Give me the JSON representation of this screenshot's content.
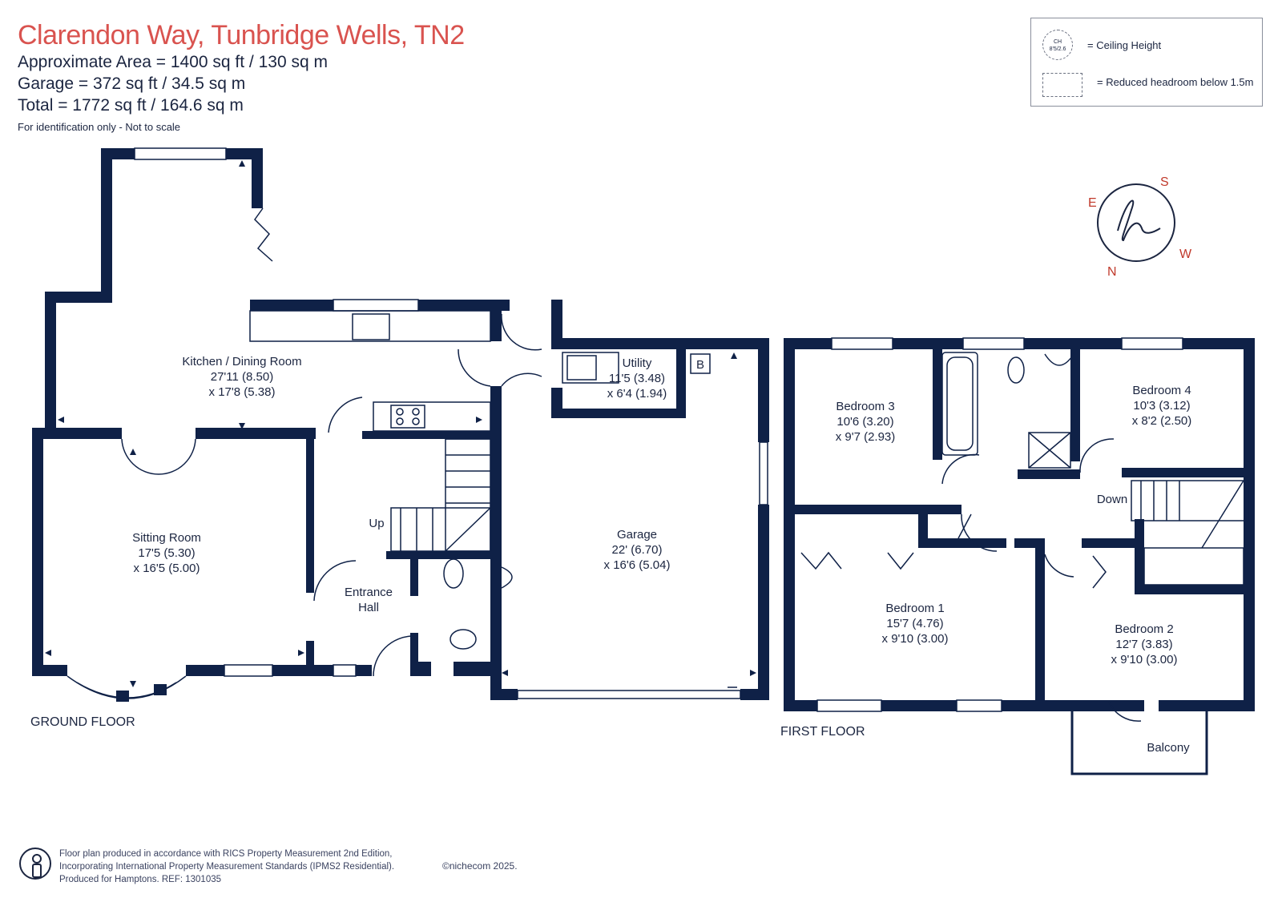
{
  "header": {
    "title": "Clarendon Way, Tunbridge Wells, TN2",
    "approx_area": "Approximate Area = 1400 sq ft / 130 sq m",
    "garage_area": "Garage = 372 sq ft / 34.5 sq m",
    "total_area": "Total = 1772 sq ft / 164.6 sq m",
    "note": "For identification only - Not to scale"
  },
  "legend": {
    "ceiling_symbol": "CH",
    "ceiling_symbol_value": "8'5/2.6",
    "ceiling_label": "= Ceiling Height",
    "headroom_label": "= Reduced headroom below 1.5m"
  },
  "compass": {
    "s": "S",
    "w": "W",
    "n": "N",
    "e": "E",
    "logo": "h"
  },
  "ground_floor": {
    "label": "GROUND FLOOR",
    "kitchen": {
      "name": "Kitchen / Dining Room",
      "dim1": "27'11 (8.50)",
      "dim2": "x 17'8 (5.38)"
    },
    "utility": {
      "name": "Utility",
      "dim1": "11'5 (3.48)",
      "dim2": "x 6'4 (1.94)"
    },
    "boiler": "B",
    "garage": {
      "name": "Garage",
      "dim1": "22' (6.70)",
      "dim2": "x 16'6 (5.04)"
    },
    "sitting": {
      "name": "Sitting Room",
      "dim1": "17'5 (5.30)",
      "dim2": "x 16'5 (5.00)"
    },
    "hall": {
      "name1": "Entrance",
      "name2": "Hall"
    },
    "stairs_up": "Up"
  },
  "first_floor": {
    "label": "FIRST FLOOR",
    "bedroom3": {
      "name": "Bedroom 3",
      "dim1": "10'6 (3.20)",
      "dim2": "x 9'7 (2.93)"
    },
    "bedroom4": {
      "name": "Bedroom 4",
      "dim1": "10'3 (3.12)",
      "dim2": "x 8'2 (2.50)"
    },
    "bedroom1": {
      "name": "Bedroom 1",
      "dim1": "15'7 (4.76)",
      "dim2": "x 9'10 (3.00)"
    },
    "bedroom2": {
      "name": "Bedroom 2",
      "dim1": "12'7 (3.83)",
      "dim2": "x 9'10 (3.00)"
    },
    "balcony": "Balcony",
    "stairs_down": "Down"
  },
  "footer": {
    "line1": "Floor plan produced in accordance with RICS Property Measurement 2nd Edition,",
    "line2": "Incorporating International Property Measurement Standards (IPMS2 Residential).",
    "line3": "Produced for Hamptons.  REF: 1301035",
    "copyright": "©nichecom 2025."
  },
  "colors": {
    "wall": "#0f2147",
    "title": "#d9534f",
    "accent": "#c0392b"
  }
}
